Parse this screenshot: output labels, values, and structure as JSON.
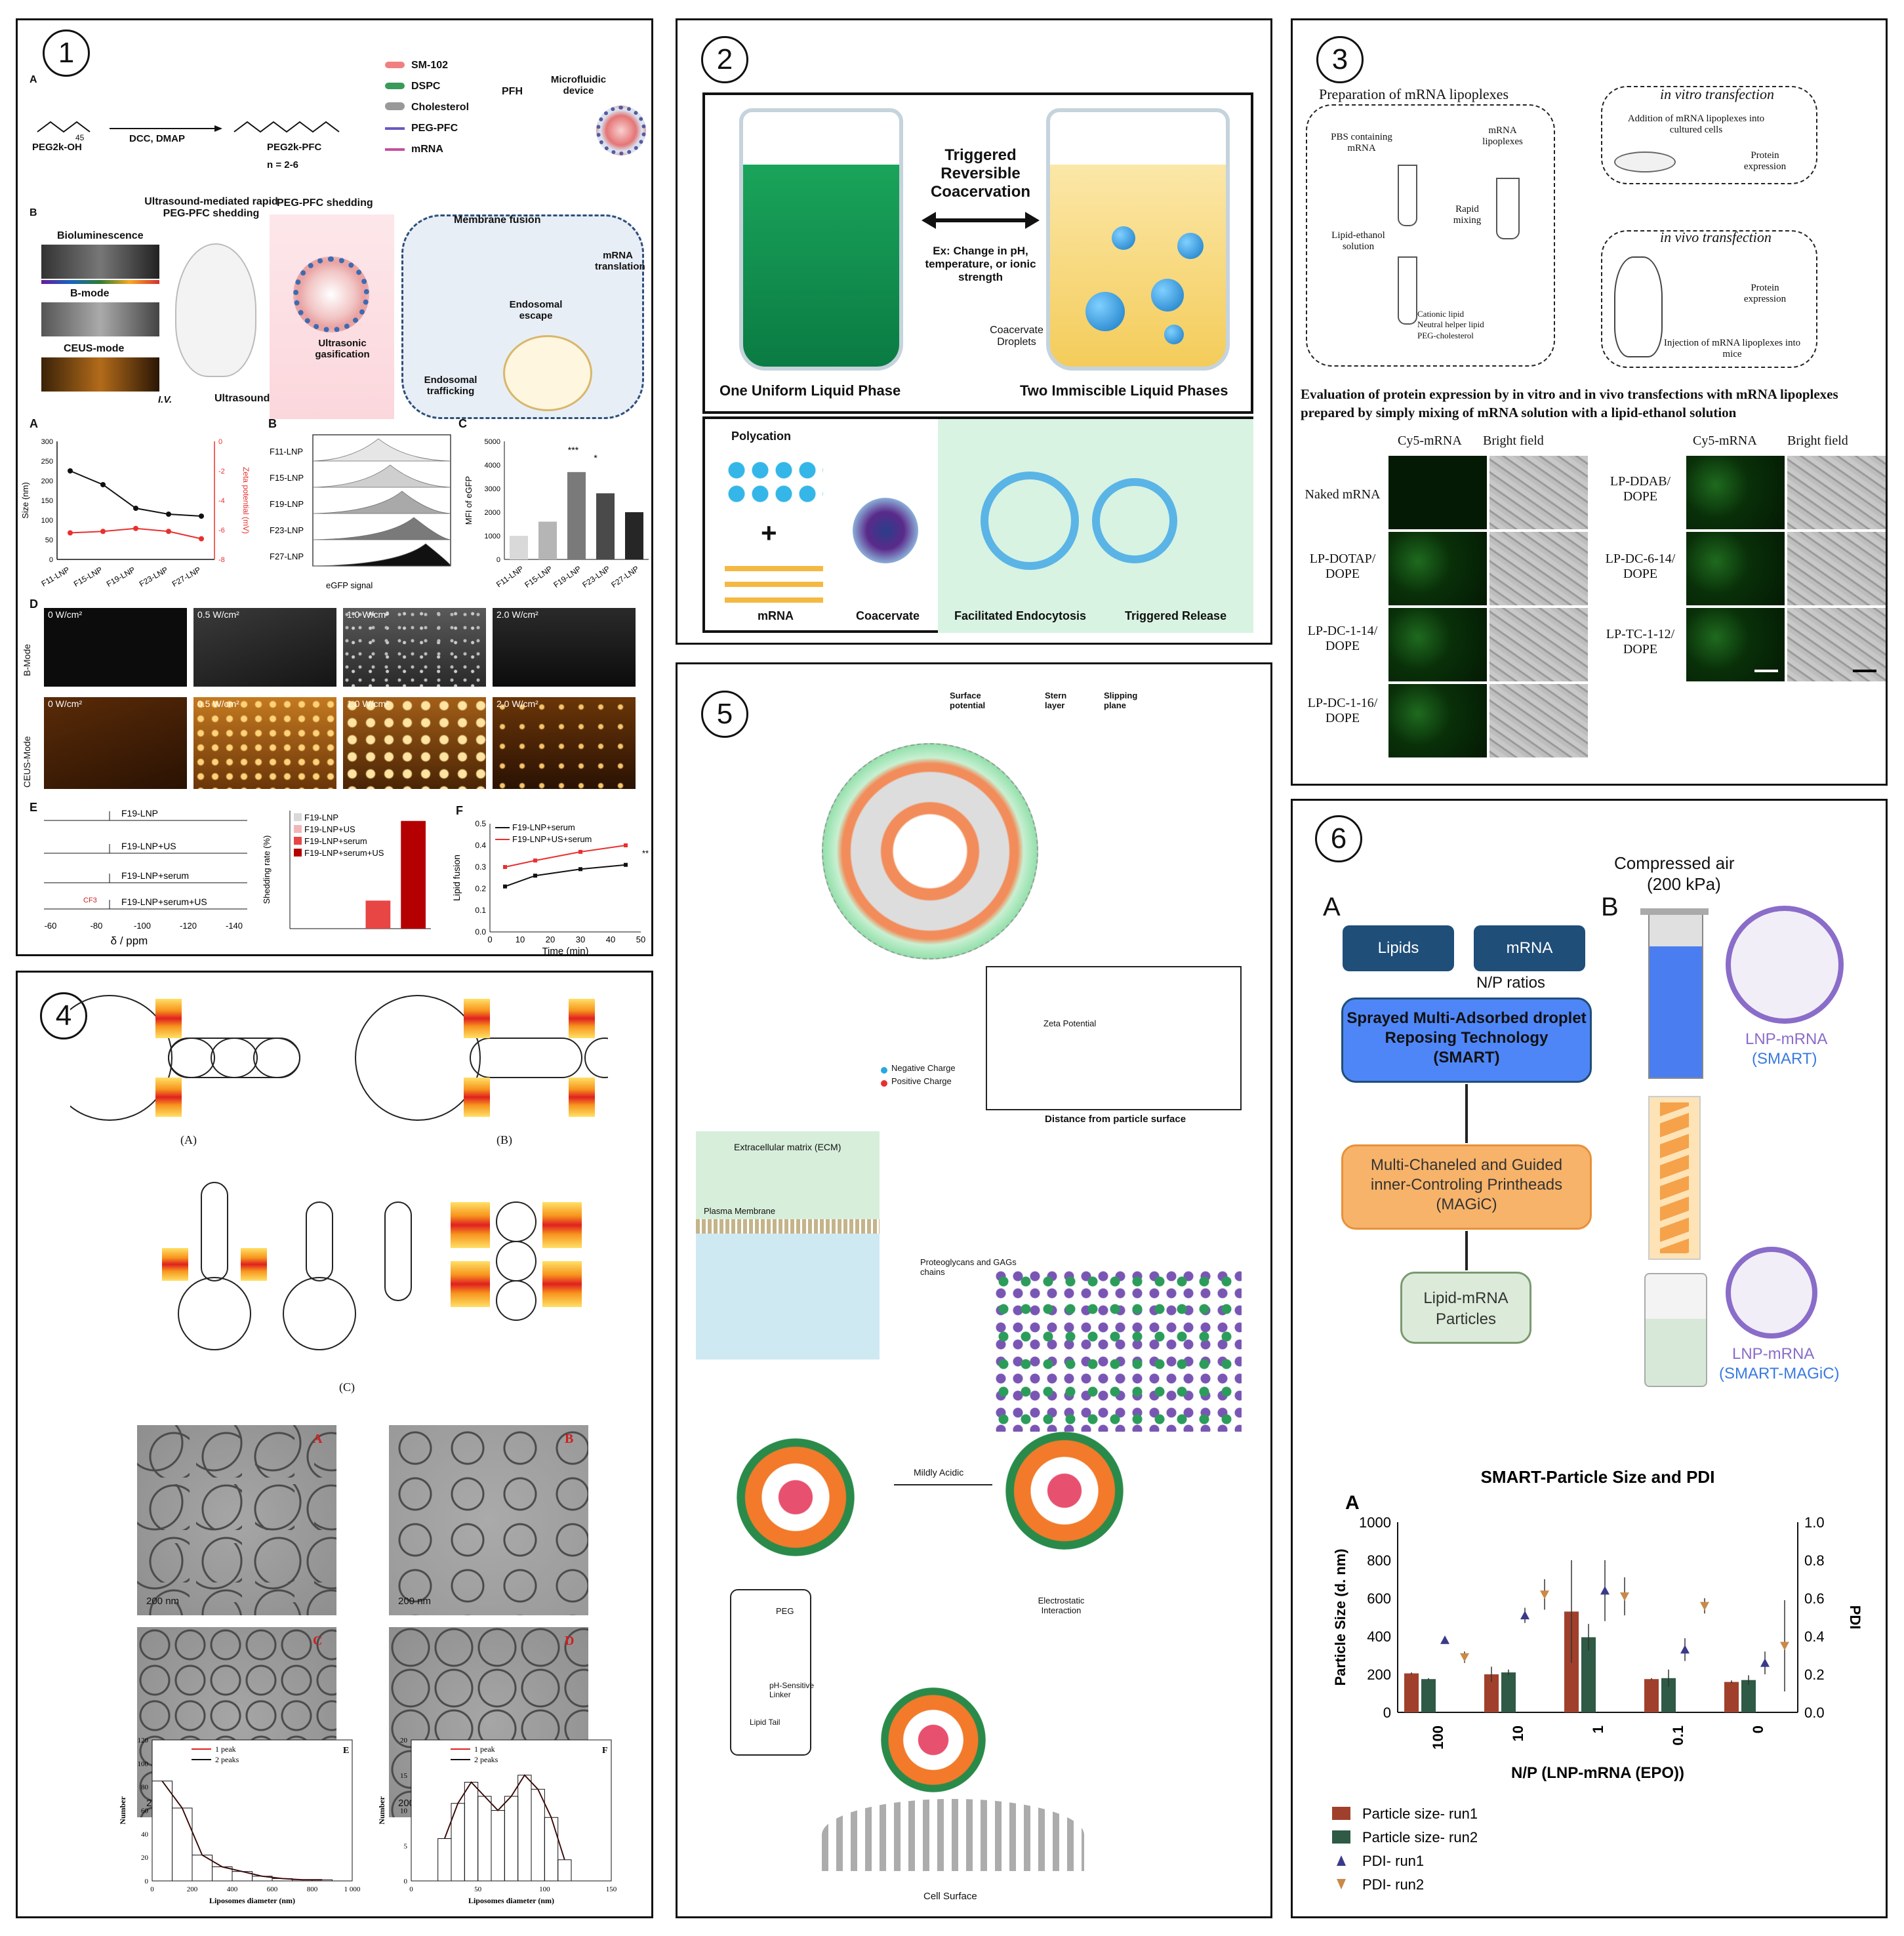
{
  "panel_numbers": [
    "1",
    "2",
    "3",
    "4",
    "5",
    "6"
  ],
  "p1": {
    "A_label": "A",
    "peg_oh": "PEG2k-OH",
    "reagent": "DCC, DMAP",
    "peg_pfc": "PEG2k-PFC",
    "n_range": "n = 2-6",
    "n45": "45",
    "components": [
      "SM-102",
      "DSPC",
      "Cholesterol",
      "PEG-PFC",
      "mRNA"
    ],
    "pfh": "PFH",
    "microfluidic": "Microfluidic device",
    "B_label": "B",
    "us_title": "Ultrasound-mediated rapid PEG-PFC shedding",
    "modes": [
      "Bioluminescence",
      "B-mode",
      "CEUS-mode"
    ],
    "iv": "I.V.",
    "ultrasound": "Ultrasound",
    "peg_shedding": "PEG-PFC shedding",
    "membrane_fusion": "Membrane fusion",
    "mrna_translation": "mRNA translation",
    "endosomal_escape": "Endosomal escape",
    "endosomal_trafficking": "Endosomal trafficking",
    "ultrasonic_gasification": "Ultrasonic gasification",
    "sizeA": {
      "panel": "A",
      "ylabel": "Size (nm)",
      "y2label": "Zeta potential (mV)",
      "yticks": [
        "300",
        "250",
        "200",
        "150",
        "100",
        "50",
        "0"
      ],
      "y2ticks": [
        "0",
        "-2",
        "-4",
        "-6",
        "-8"
      ],
      "categories": [
        "F11-LNP",
        "F15-LNP",
        "F19-LNP",
        "F23-LNP",
        "F27-LNP"
      ],
      "size": [
        225,
        190,
        130,
        115,
        110
      ],
      "zeta": [
        -6.2,
        -6.1,
        -5.9,
        -6.1,
        -6.6
      ]
    },
    "flowB": {
      "panel": "B",
      "labels": [
        "F11-LNP",
        "F15-LNP",
        "F19-LNP",
        "F23-LNP",
        "F27-LNP"
      ],
      "xlabel": "eGFP signal"
    },
    "mfiC": {
      "panel": "C",
      "ylabel": "MFI of eGFP",
      "yticks": [
        "5000",
        "4000",
        "3000",
        "2000",
        "1000",
        "0"
      ],
      "categories": [
        "F11-LNP",
        "F15-LNP",
        "F19-LNP",
        "F23-LNP",
        "F27-LNP"
      ],
      "values": [
        1000,
        1600,
        3700,
        2800,
        2000
      ],
      "sig": [
        "***",
        "*"
      ]
    },
    "D_label": "D",
    "bmode_row": "B-Mode",
    "ceus_row": "CEUS-Mode",
    "intensities": [
      "0 W/cm²",
      "0.5 W/cm²",
      "1.0 W/cm²",
      "2.0 W/cm²"
    ],
    "E_label": "E",
    "nmr_labels": [
      "F19-LNP",
      "F19-LNP+US",
      "F19-LNP+serum",
      "F19-LNP+serum+US"
    ],
    "nmr_xlabel": "δ / ppm",
    "nmr_xticks": [
      "-60",
      "-80",
      "-100",
      "-120",
      "-140"
    ],
    "cf3": "CF3",
    "shed": {
      "ylabel": "Shedding rate (%)",
      "legend": [
        "F19-LNP",
        "F19-LNP+US",
        "F19-LNP+serum",
        "F19-LNP+serum+US"
      ],
      "values": [
        0,
        0,
        19,
        73
      ],
      "colors": [
        "#d9d9d9",
        "#f3b6b6",
        "#e84545",
        "#b40000"
      ]
    },
    "F_label": "F",
    "fusion": {
      "ylabel": "Lipid fusion",
      "xlabel": "Time (min)",
      "xticks": [
        "0",
        "10",
        "20",
        "30",
        "40",
        "50"
      ],
      "yticks": [
        "0.5",
        "0.4",
        "0.3",
        "0.2",
        "0.1",
        "0.0"
      ],
      "series": [
        {
          "name": "F19-LNP+serum",
          "x": [
            5,
            15,
            30,
            45
          ],
          "y": [
            0.21,
            0.26,
            0.29,
            0.31
          ],
          "color": "#111111"
        },
        {
          "name": "F19-LNP+US+serum",
          "x": [
            5,
            15,
            30,
            45
          ],
          "y": [
            0.3,
            0.33,
            0.37,
            0.4
          ],
          "color": "#e8302f"
        }
      ],
      "sig": "**"
    }
  },
  "p2": {
    "triggered": "Triggered Reversible Coacervation",
    "ex": "Ex: Change in pH, temperature, or ionic strength",
    "droplets": "Coacervate Droplets",
    "one_phase": "One Uniform Liquid Phase",
    "two_phase": "Two Immiscible Liquid Phases",
    "polycation": "Polycation",
    "mrna": "mRNA",
    "coacervate": "Coacervate",
    "endocytosis": "Facilitated Endocytosis",
    "release": "Triggered Release"
  },
  "p3": {
    "prep": "Preparation of mRNA lipoplexes",
    "pbs": "PBS containing mRNA",
    "lipoplexes": "mRNA lipoplexes",
    "rapid": "Rapid mixing",
    "lipid_ethanol": "Lipid-ethanol solution",
    "lipids": "Cationic lipid\nNeutral helper lipid\nPEG-cholesterol",
    "invitro": "in vitro transfection",
    "invitro_add": "Addition of mRNA lipoplexes into cultured cells",
    "protein1": "Protein expression",
    "invivo": "in vivo transfection",
    "protein2": "Protein expression",
    "injection": "Injection of mRNA lipoplexes into mice",
    "caption": "Evaluation of protein expression by in vitro and in vivo transfections with mRNA lipoplexes prepared by simply mixing of mRNA solution with a lipid-ethanol solution",
    "col_cy5": "Cy5-mRNA",
    "col_bf": "Bright field",
    "left_rows": [
      "Naked mRNA",
      "LP-DOTAP/ DOPE",
      "LP-DC-1-14/ DOPE",
      "LP-DC-1-16/ DOPE"
    ],
    "right_rows": [
      "LP-DDAB/ DOPE",
      "LP-DC-6-14/ DOPE",
      "LP-TC-1-12/ DOPE"
    ]
  },
  "p4": {
    "labels": [
      "(A)",
      "(B)",
      "(C)"
    ],
    "cryo_labels": [
      "A",
      "B",
      "C",
      "D"
    ],
    "scale": "200 nm",
    "histE": {
      "panel": "E",
      "ylabel": "Number",
      "xlabel": "Liposomes diameter (nm)",
      "legend": [
        "1 peak",
        "2 peaks"
      ],
      "xticks": [
        "0",
        "200",
        "400",
        "600",
        "800",
        "1 000"
      ],
      "yticks": [
        "120",
        "100",
        "80",
        "60",
        "40",
        "20",
        "0"
      ],
      "bins": [
        0,
        100,
        200,
        300,
        400,
        500,
        600,
        700,
        800,
        900
      ],
      "counts": [
        85,
        62,
        22,
        12,
        8,
        4,
        2,
        1,
        1
      ]
    },
    "histF": {
      "panel": "F",
      "ylabel": "Number",
      "xlabel": "Liposomes diameter (nm)",
      "legend": [
        "1 peak",
        "2 peaks"
      ],
      "xticks": [
        "0",
        "50",
        "100",
        "150"
      ],
      "yticks": [
        "20",
        "15",
        "10",
        "5",
        "0"
      ],
      "bins": [
        20,
        30,
        40,
        50,
        60,
        70,
        80,
        90,
        100,
        110,
        120
      ],
      "counts": [
        6,
        11,
        14,
        12,
        10,
        12,
        15,
        13,
        9,
        3
      ]
    }
  },
  "p5": {
    "surface": "Surface potential",
    "stern": "Stern layer",
    "slipping": "Slipping plane",
    "zeta": "Zeta Potential",
    "neg": "Negative Charge",
    "pos": "Positive Charge",
    "distance": "Distance from particle surface",
    "ecm": "Extracellular matrix (ECM)",
    "plasma": "Plasma Membrane",
    "proteo": "Proteoglycans and GAGs chains",
    "mild": "Mildly Acidic",
    "peg": "PEG",
    "linker": "pH-Sensitive Linker",
    "tail": "Lipid Tail",
    "electro": "Electrostatic Interaction",
    "cell": "Cell Surface"
  },
  "p6": {
    "A": "A",
    "B": "B",
    "compressed": "Compressed air",
    "kpa": "(200 kPa)",
    "lipids": "Lipids",
    "mrna": "mRNA",
    "np": "N/P ratios",
    "smart_lines": [
      "Sprayed Multi-Adsorbed droplet",
      "Reposing Technology",
      "(SMART)"
    ],
    "magic_lines": [
      "Multi-Chaneled and Guided",
      "inner-Controling Printheads",
      "(MAGiC)"
    ],
    "particles_lines": [
      "Lipid-mRNA",
      "Particles"
    ],
    "lnp1": "LNP-mRNA",
    "smart_tag": "(SMART)",
    "lnp2": "LNP-mRNA",
    "smart_magic_tag": "(SMART-MAGiC)",
    "chart_data": {
      "type": "bar",
      "title": "SMART-Particle Size and PDI",
      "panel": "A",
      "categories": [
        "100",
        "10",
        "1",
        "0.1",
        "0"
      ],
      "xlabel": "N/P (LNP-mRNA (EPO))",
      "ylabel": "Particle Size (d. nm)",
      "y2label": "PDI",
      "ylim": [
        0,
        1000
      ],
      "y2lim": [
        0,
        1.0
      ],
      "yticks": [
        "1000",
        "800",
        "600",
        "400",
        "200",
        "0"
      ],
      "y2ticks": [
        "1.0",
        "0.8",
        "0.6",
        "0.4",
        "0.2",
        "0.0"
      ],
      "series": [
        {
          "name": "Particle size- run1",
          "values": [
            205,
            200,
            530,
            175,
            160
          ],
          "err": [
            5,
            40,
            270,
            5,
            8
          ],
          "color": "#a0402c"
        },
        {
          "name": "Particle size- run2",
          "values": [
            175,
            210,
            395,
            180,
            170
          ],
          "err": [
            5,
            15,
            70,
            45,
            25
          ],
          "color": "#2f5a45"
        },
        {
          "name": "PDI- run1",
          "values": [
            0.38,
            0.51,
            0.64,
            0.33,
            0.26
          ],
          "err": [
            0.02,
            0.04,
            0.16,
            0.06,
            0.06
          ],
          "color": "#3a3a8a"
        },
        {
          "name": "PDI- run2",
          "values": [
            0.29,
            0.62,
            0.61,
            0.56,
            0.35
          ],
          "err": [
            0.03,
            0.08,
            0.1,
            0.04,
            0.24
          ],
          "color": "#c98a48"
        }
      ]
    }
  }
}
